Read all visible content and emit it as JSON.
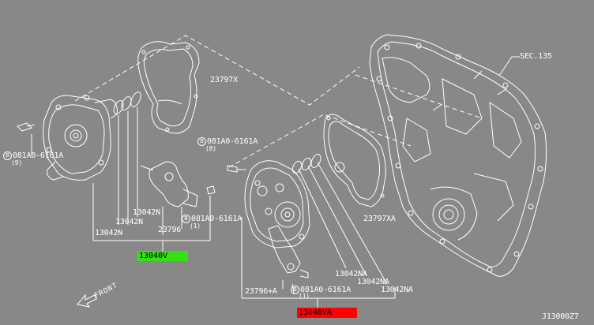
{
  "labels": {
    "sec": "SEC.135",
    "gasket_upper": "23797X",
    "gasket_lower": "23797XA",
    "bolt_left_code": "081A0-6161A",
    "bolt_left_qty": "(9)",
    "bolt_mid_code": "081A0-6161A",
    "bolt_mid_qty": "(8)",
    "bolt_right_code": "081A0-6161A",
    "bolt_right_qty": "(1)",
    "bolt_lower_code": "081A0-6161A",
    "bolt_lower_qty": "(1)",
    "bolt_marker": "B",
    "part_13042n_a": "13042N",
    "part_13042n_b": "13042N",
    "part_13042n_c": "13042N",
    "part_23796": "23796",
    "part_13042na_a": "13042NA",
    "part_13042na_b": "13042NA",
    "part_13042na_c": "13042NA",
    "part_23796a": "23796+A",
    "assembly_left": "13040V",
    "assembly_right": "13040VA",
    "front": "FRONT",
    "diagram_id": "J13000Z7"
  },
  "colors": {
    "background": "#888888",
    "line": "#ffffff",
    "assembly_left_bg": "#33e011",
    "assembly_right_bg": "#ff0000",
    "assembly_text": "#000000"
  }
}
